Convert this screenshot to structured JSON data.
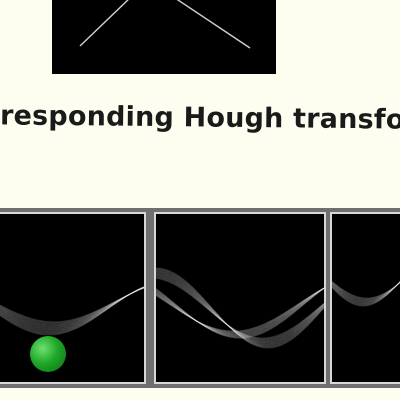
{
  "caption": {
    "text": "orresponding Hough transfo"
  },
  "source_image": {
    "content": "two white line segments forming an inverted V on black"
  },
  "panels": [
    {
      "name": "hough-panel-1",
      "content": "sinusoidal curve bundle"
    },
    {
      "name": "hough-panel-2",
      "content": "crossing sinusoidal curve bundles"
    },
    {
      "name": "hough-panel-3",
      "content": "partially visible sinusoidal curves"
    }
  ],
  "cursor": {
    "icon": "green-ball-cursor-icon",
    "color": "#1fa82a"
  },
  "colors": {
    "background": "#fdfdf0",
    "panel_frame": "#6f6f6f",
    "panel_border": "#d8d8d8",
    "image_bg": "#000000",
    "curve": "#ffffff"
  }
}
